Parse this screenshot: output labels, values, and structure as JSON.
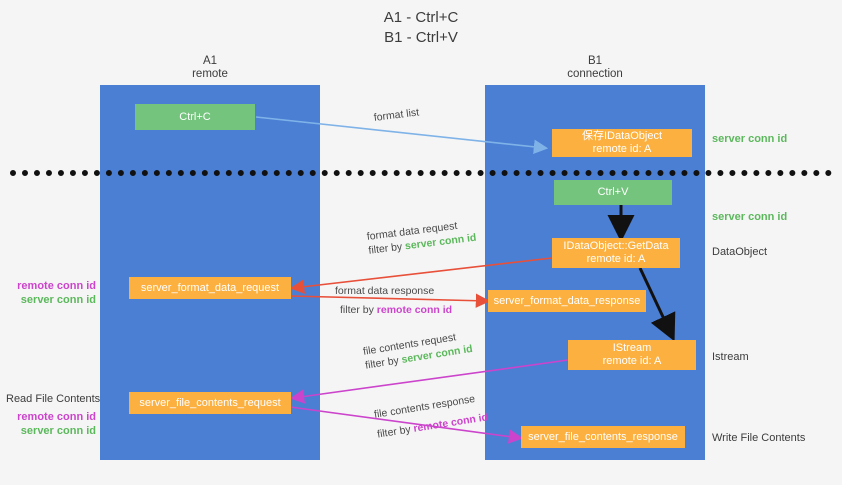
{
  "title": {
    "line1": "A1 - Ctrl+C",
    "line2": "B1 - Ctrl+V"
  },
  "lanes": [
    {
      "name": "A1",
      "sub": "remote"
    },
    {
      "name": "B1",
      "sub": "connection"
    }
  ],
  "boxes": {
    "ctrl_c": "Ctrl+C",
    "ctrl_v": "Ctrl+V",
    "save_dataobject_l1": "保存IDataObject",
    "save_dataobject_l2": "remote id: A",
    "getdata_l1": "IDataObject::GetData",
    "getdata_l2": "remote id: A",
    "istream_l1": "IStream",
    "istream_l2": "remote id: A",
    "server_format_data_request": "server_format_data_request",
    "server_format_data_response": "server_format_data_response",
    "server_file_contents_request": "server_file_contents_request",
    "server_file_contents_response": "server_file_contents_response"
  },
  "edge_labels": {
    "format_list": "format list",
    "format_data_request": "format data request",
    "format_data_request_filter_prefix": "filter by ",
    "format_data_request_filter_value": "server conn id",
    "format_data_response": "format data response",
    "format_data_response_filter_prefix": "filter by ",
    "format_data_response_filter_value": "remote conn id",
    "file_contents_request": "file contents request",
    "file_contents_request_filter_prefix": "filter by ",
    "file_contents_request_filter_value": "server conn id",
    "file_contents_response": "file contents response",
    "file_contents_response_filter_prefix": "filter by ",
    "file_contents_response_filter_value": "remote conn id"
  },
  "right_labels": {
    "server_conn_id_top": "server conn id",
    "server_conn_id_mid": "server conn id",
    "dataobject": "DataObject",
    "istream": "Istream",
    "write_file_contents": "Write File Contents"
  },
  "left_labels": {
    "remote_conn_id_upper": "remote conn id",
    "server_conn_id_upper": "server conn id",
    "read_file_contents": "Read File Contents",
    "remote_conn_id_lower": "remote conn id",
    "server_conn_id_lower": "server conn id"
  },
  "colors": {
    "lane": "#4a7fd4",
    "green_box": "#74c47d",
    "orange_box": "#fbb040",
    "server_conn_id": "#5cb85c",
    "remote_conn_id": "#cc44cc",
    "arrow_blue": "#7fb3e8",
    "arrow_red": "#e8503a",
    "arrow_magenta": "#cc44cc",
    "arrow_black": "#111111",
    "background": "#f5f5f5"
  }
}
